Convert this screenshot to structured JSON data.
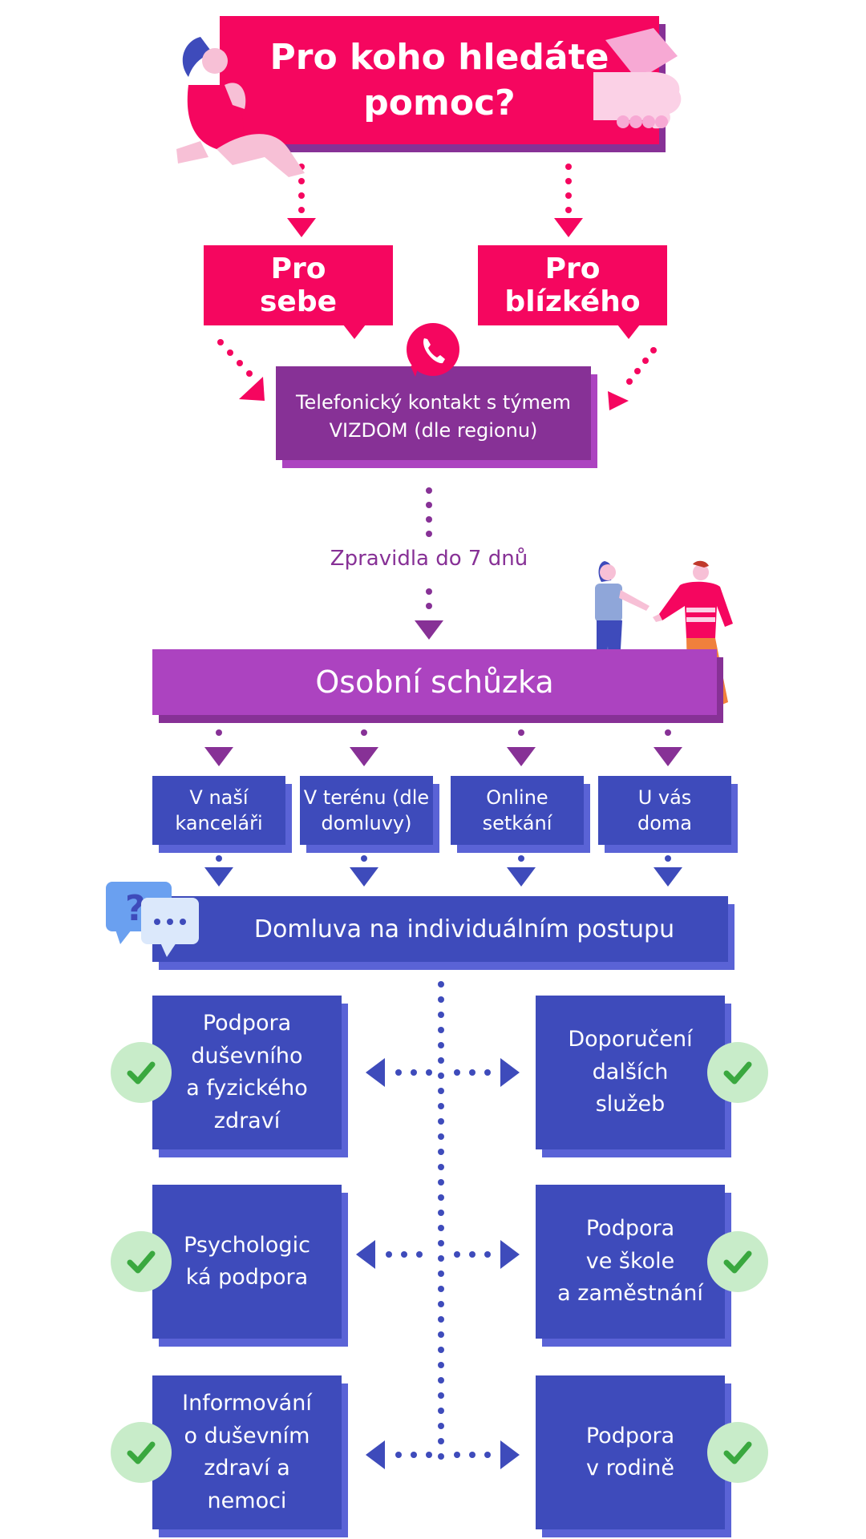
{
  "title": "Pro koho hledáte\npomoc?",
  "branches": {
    "self": "Pro\nsebe",
    "relative": "Pro\nblízkého"
  },
  "contact": "Telefonický kontakt s týmem\nVIZDOM (dle regionu)",
  "timing": "Zpravidla do 7 dnů",
  "meeting": "Osobní schůzka",
  "locations": [
    {
      "label": "V naší\nkanceláři"
    },
    {
      "label": "V terénu (dle\ndomluvy)"
    },
    {
      "label": "Online\nsetkání"
    },
    {
      "label": "U vás\ndoma"
    }
  ],
  "agreement": "Domluva na individuálním postupu",
  "services_left": [
    {
      "label": "Podpora\nduševního\na fyzického\nzdraví"
    },
    {
      "label": "Psychologic\nká podpora"
    },
    {
      "label": "Informování\no duševním\nzdraví a\nnemoci"
    }
  ],
  "services_right": [
    {
      "label": "Doporučení\ndalších\nslužeb"
    },
    {
      "label": "Podpora\nve škole\na zaměstnání"
    },
    {
      "label": "Podpora\nv rodině"
    }
  ],
  "colors": {
    "pink": "#f5065f",
    "purple": "#873196",
    "violet": "#ac43c0",
    "blue": "#3e4bbb",
    "check_bg": "#c8ecc9",
    "check": "#3aa83f"
  },
  "icons": [
    "phone-icon",
    "chat-bubbles-icon",
    "check-icon",
    "woman-sitting-illustration",
    "hand-illustration",
    "two-people-talking-illustration"
  ]
}
